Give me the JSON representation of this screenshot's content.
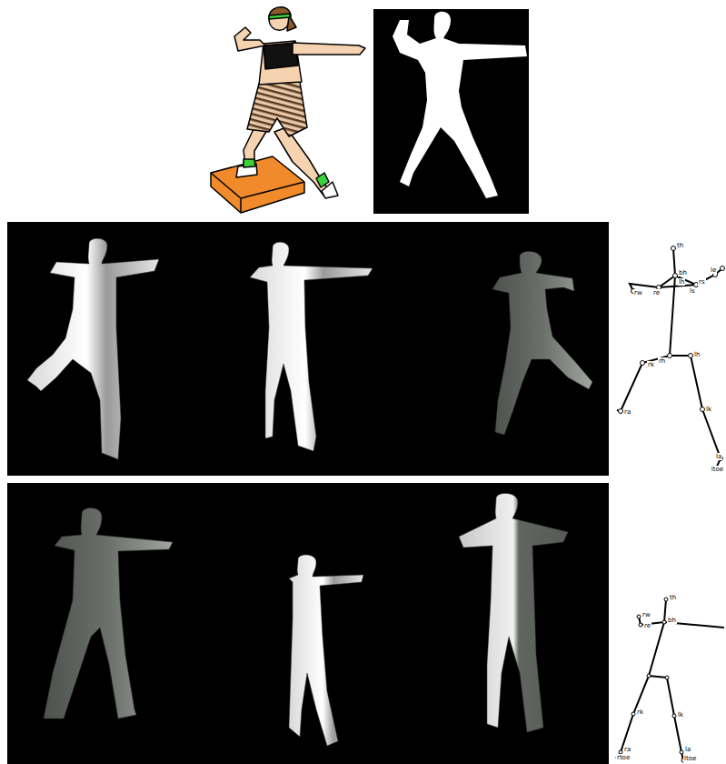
{
  "diagram": {
    "labels": [
      "th",
      "bh",
      "lh",
      "rw",
      "re",
      "rs",
      "ls",
      "le",
      "rh",
      "lh",
      "rk",
      "lk",
      "ra",
      "la",
      "ltoe",
      "th",
      "bh",
      "rw",
      "re",
      "rk",
      "lk",
      "ra",
      "la",
      "rtoe",
      "ltoe"
    ]
  }
}
